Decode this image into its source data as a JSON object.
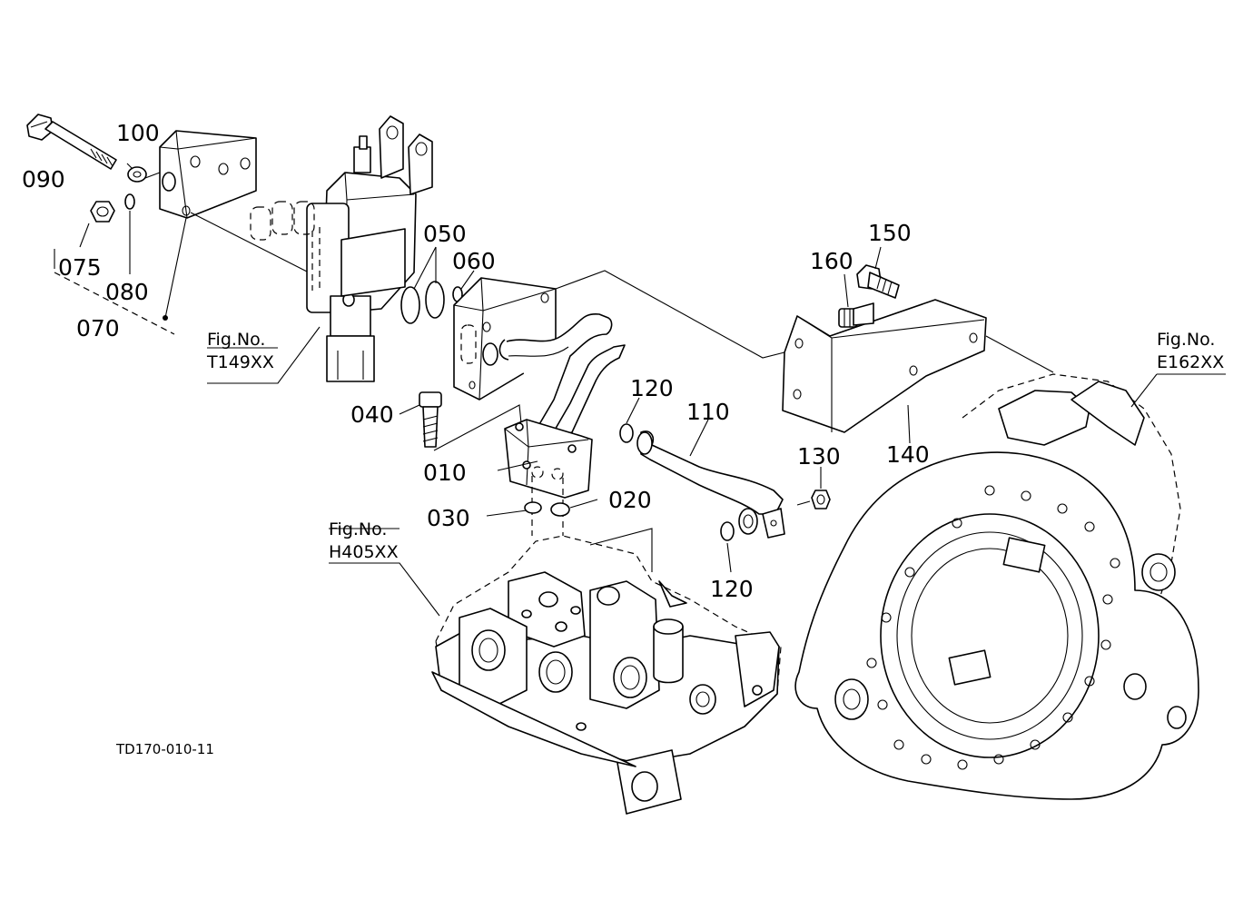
{
  "diagram_code": "TD170-010-11",
  "part_labels": {
    "p010": "010",
    "p020": "020",
    "p030": "030",
    "p040": "040",
    "p050": "050",
    "p060": "060",
    "p070": "070",
    "p075": "075",
    "p080": "080",
    "p090": "090",
    "p100": "100",
    "p110": "110",
    "p120a": "120",
    "p120b": "120",
    "p130": "130",
    "p140": "140",
    "p150": "150",
    "p160": "160"
  },
  "figure_refs": {
    "t149": {
      "line1": "Fig.No.",
      "line2": "T149XX"
    },
    "h405": {
      "line1": "Fig.No.",
      "line2": "H405XX"
    },
    "e162": {
      "line1": "Fig.No.",
      "line2": "E162XX"
    }
  }
}
